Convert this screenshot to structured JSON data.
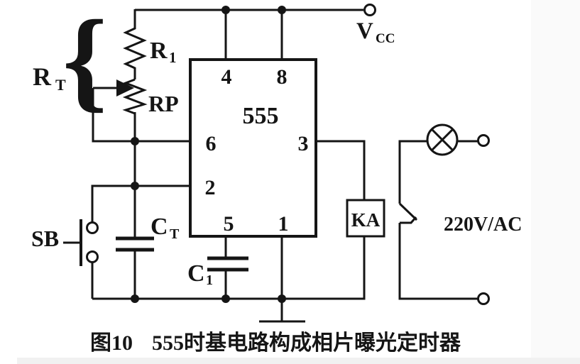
{
  "figure": {
    "caption_fig": "图10",
    "caption_text": "555时基电路构成相片曝光定时器"
  },
  "ic555": {
    "name": "555",
    "pins": {
      "p4": "4",
      "p8": "8",
      "p6": "6",
      "p2": "2",
      "p3": "3",
      "p5": "5",
      "p1": "1"
    }
  },
  "components": {
    "rt": {
      "main": "R",
      "sub": "T"
    },
    "brace": "{",
    "r1": {
      "main": "R",
      "sub": "1"
    },
    "rp": "RP",
    "ct": {
      "main": "C",
      "sub": "T"
    },
    "c1": {
      "main": "C",
      "sub": "1"
    },
    "sb": "SB",
    "ka": "KA",
    "vcc": {
      "main": "V",
      "sub": "CC"
    },
    "mains": "220V/AC"
  },
  "colors": {
    "ink": "#151515",
    "background": "#ffffff",
    "scan_edge_right": "#fafafa",
    "scan_edge_bottom": "#f1f1f1"
  }
}
